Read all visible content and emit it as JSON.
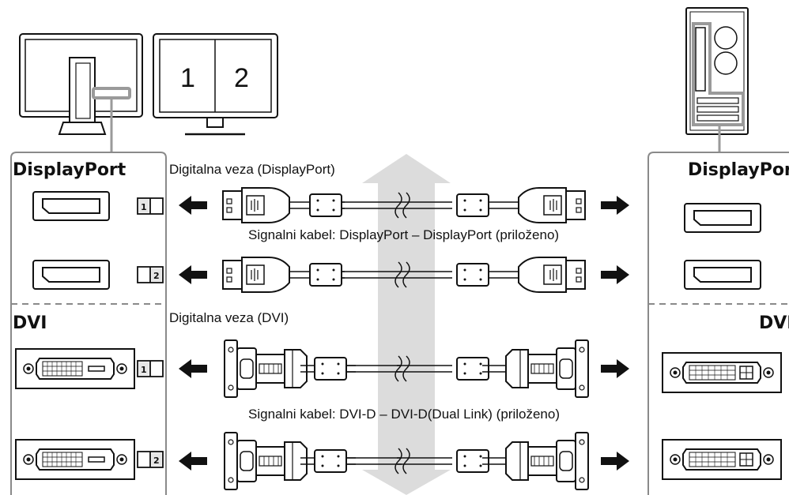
{
  "monitor_screen": {
    "left": "1",
    "right": "2"
  },
  "left_panel": {
    "section_displayport": "DisplayPort",
    "section_dvi": "DVI",
    "badge_1": "1",
    "badge_2": "2"
  },
  "right_panel": {
    "section_displayport": "DisplayPort",
    "section_dvi": "DVI"
  },
  "labels": {
    "dp_connection": "Digitalna veza (DisplayPort)",
    "dp_cable": "Signalni kabel: DisplayPort – DisplayPort (priloženo)",
    "dvi_connection": "Digitalna veza (DVI)",
    "dvi_cable": "Signalni kabel: DVI-D – DVI-D(Dual Link) (priloženo)"
  },
  "colors": {
    "line": "#111111",
    "panel_border": "#8a8a8a",
    "highlight": "#9a9a9a",
    "center_arrow": "#d9d9d9"
  }
}
